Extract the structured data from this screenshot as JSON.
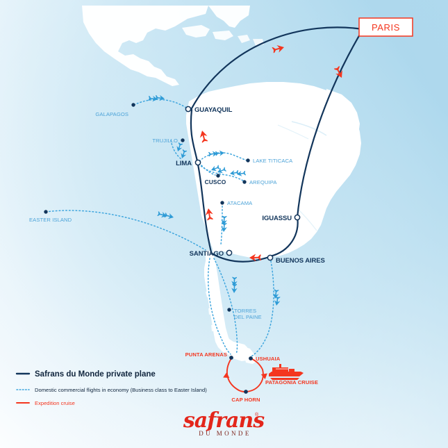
{
  "map": {
    "title": "Safrans du Monde South America itinerary map",
    "colors": {
      "ocean_deep": "#a9d6ec",
      "ocean_light": "#f3f9fc",
      "land": "#ffffff",
      "private_plane_route": "#12355b",
      "commercial_flight_route": "#3ea5dd",
      "cruise_route": "#f4361f",
      "accent_red": "#f4361f",
      "label_major": "#12355b",
      "label_minor": "#4ca3d8"
    },
    "origin": {
      "name": "PARIS",
      "type": "boxed-label",
      "box_border_color": "#f4361f",
      "text_color": "#f4361f"
    },
    "cities_major": [
      {
        "name": "GUAYAQUIL",
        "marker": "hollow-circle"
      },
      {
        "name": "LIMA",
        "marker": "hollow-circle"
      },
      {
        "name": "SANTIAGO",
        "marker": "hollow-circle"
      },
      {
        "name": "BUENOS AIRES",
        "marker": "hollow-circle"
      },
      {
        "name": "IGUASSU",
        "marker": "hollow-circle"
      }
    ],
    "cities_minor": [
      {
        "name": "GALAPAGOS",
        "marker": "solid-dot"
      },
      {
        "name": "TRUJILLO",
        "marker": "solid-dot"
      },
      {
        "name": "CUSCO",
        "marker": "solid-dot"
      },
      {
        "name": "LAKE TITICACA",
        "marker": "solid-dot"
      },
      {
        "name": "AREQUIPA",
        "marker": "solid-dot"
      },
      {
        "name": "ATACAMA",
        "marker": "solid-dot"
      },
      {
        "name": "EASTER ISLAND",
        "marker": "solid-dot"
      },
      {
        "name": "TORRES DEL PAINE",
        "marker": "solid-dot",
        "line1": "TORRES",
        "line2": "DEL PAINE"
      }
    ],
    "cruise_points": [
      {
        "name": "PUNTA ARENAS",
        "marker": "solid-dot"
      },
      {
        "name": "USHUAIA",
        "marker": "solid-dot"
      },
      {
        "name": "CAP HORN",
        "marker": "solid-dot"
      }
    ],
    "cruise_label": "PATAGONIA CRUISE",
    "cruise_icon": "cruise-ship-icon"
  },
  "legend": {
    "items": [
      {
        "label": "Safrans du Monde private plane",
        "style": "solid-navy",
        "color": "#12355b",
        "emphasis": "bold"
      },
      {
        "label": "Domestic commercial flights in economy (Business class to Easter Island)",
        "style": "dotted-blue",
        "color": "#3ea5dd",
        "emphasis": "normal"
      },
      {
        "label": "Expedition cruise",
        "style": "solid-red",
        "color": "#f4361f",
        "emphasis": "normal"
      }
    ]
  },
  "logo": {
    "main": "safrans",
    "sub": "DU MONDE",
    "registered": "®"
  }
}
